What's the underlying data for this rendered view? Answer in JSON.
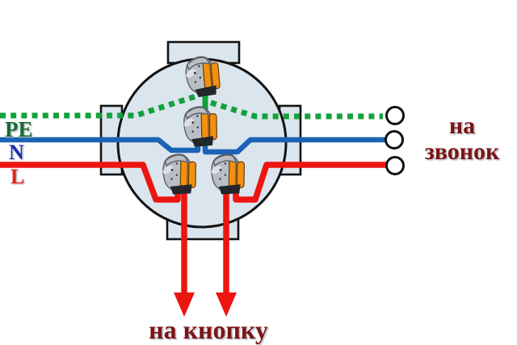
{
  "diagram": {
    "wire_labels": {
      "pe": "PE",
      "neutral": "N",
      "line": "L"
    },
    "captions": {
      "to_bell_line1": "на",
      "to_bell_line2": "звонок",
      "to_button": "на кнопку"
    },
    "components": {
      "junction_box": "junction-box",
      "clamp_connectors": "4",
      "bell_terminals": "3",
      "button_arrows": "2"
    },
    "colors": {
      "background": "#ffffff",
      "box_fill": "#dbe5ed",
      "box_outline": "#121212",
      "pe_wire": "#12a23b",
      "neutral_wire": "#1b63b5",
      "line_wire": "#ed1510",
      "pe_label": "#176b31",
      "neutral_label": "#1c2fb5",
      "line_label": "#e3241c",
      "caption_text": "#7d1414",
      "connector_body": "#b9bfc5",
      "connector_lever": "#f29012",
      "connector_dark": "#23262a",
      "terminal_fill": "#ffffff"
    }
  }
}
